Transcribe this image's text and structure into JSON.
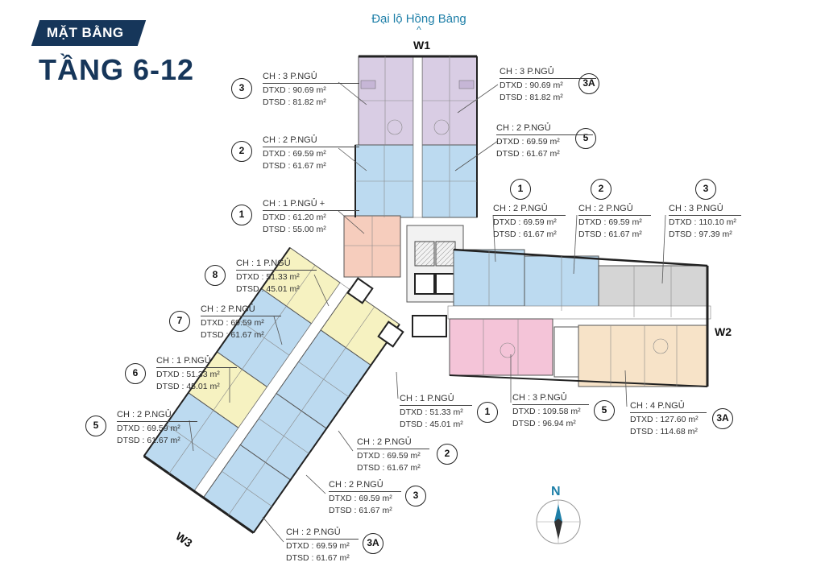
{
  "header": {
    "badge": "MẶT BẰNG",
    "title": "TẦNG 6-12"
  },
  "road": "Đại lộ Hồng Bàng",
  "wings": {
    "w1": "W1",
    "w2": "W2",
    "w3": "W3"
  },
  "compass": "N",
  "colors": {
    "navy": "#16365a",
    "teal": "#1e7fa8",
    "purple": "#d9cde4",
    "blue": "#bcdaf0",
    "peach": "#f6cdbd",
    "yellow": "#f6f2c1",
    "gray": "#d5d5d5",
    "pink": "#f4c4d8",
    "tan": "#f7e3c8"
  },
  "units": [
    {
      "num": "3",
      "ch": "CH : 3 P.NGỦ",
      "dtxd": "DTXD : 90.69 m²",
      "dtsd": "DTSD : 81.82 m²"
    },
    {
      "num": "2",
      "ch": "CH : 2 P.NGỦ",
      "dtxd": "DTXD : 69.59 m²",
      "dtsd": "DTSD : 61.67 m²"
    },
    {
      "num": "1",
      "ch": "CH : 1 P.NGỦ +",
      "dtxd": "DTXD : 61.20 m²",
      "dtsd": "DTSD : 55.00 m²"
    },
    {
      "num": "3A",
      "ch": "CH : 3 P.NGỦ",
      "dtxd": "DTXD : 90.69 m²",
      "dtsd": "DTSD : 81.82 m²"
    },
    {
      "num": "5",
      "ch": "CH : 2 P.NGỦ",
      "dtxd": "DTXD : 69.59 m²",
      "dtsd": "DTSD : 61.67 m²"
    },
    {
      "num": "1",
      "ch": "CH : 2 P.NGỦ",
      "dtxd": "DTXD : 69.59 m²",
      "dtsd": "DTSD : 61.67 m²"
    },
    {
      "num": "2",
      "ch": "CH : 2 P.NGỦ",
      "dtxd": "DTXD : 69.59 m²",
      "dtsd": "DTSD : 61.67 m²"
    },
    {
      "num": "3",
      "ch": "CH : 3 P.NGỦ",
      "dtxd": "DTXD : 110.10 m²",
      "dtsd": "DTSD : 97.39 m²"
    },
    {
      "num": "8",
      "ch": "CH : 1 P.NGỦ",
      "dtxd": "DTXD : 51.33 m²",
      "dtsd": "DTSD : 45.01 m²"
    },
    {
      "num": "7",
      "ch": "CH : 2 P.NGỦ",
      "dtxd": "DTXD : 69.59 m²",
      "dtsd": "DTSD : 61.67 m²"
    },
    {
      "num": "6",
      "ch": "CH : 1 P.NGỦ",
      "dtxd": "DTXD : 51.33 m²",
      "dtsd": "DTSD : 45.01 m²"
    },
    {
      "num": "5",
      "ch": "CH : 2 P.NGỦ",
      "dtxd": "DTXD : 69.59 m²",
      "dtsd": "DTSD : 61.67 m²"
    },
    {
      "num": "1",
      "ch": "CH : 1 P.NGỦ",
      "dtxd": "DTXD : 51.33 m²",
      "dtsd": "DTSD : 45.01 m²"
    },
    {
      "num": "2",
      "ch": "CH : 2 P.NGỦ",
      "dtxd": "DTXD : 69.59 m²",
      "dtsd": "DTSD : 61.67 m²"
    },
    {
      "num": "3",
      "ch": "CH : 2 P.NGỦ",
      "dtxd": "DTXD : 69.59 m²",
      "dtsd": "DTSD : 61.67 m²"
    },
    {
      "num": "3A",
      "ch": "CH : 2 P.NGỦ",
      "dtxd": "DTXD : 69.59 m²",
      "dtsd": "DTSD : 61.67 m²"
    },
    {
      "num": "5",
      "ch": "CH : 3 P.NGỦ",
      "dtxd": "DTXD : 109.58 m²",
      "dtsd": "DTSD : 96.94 m²"
    },
    {
      "num": "3A",
      "ch": "CH : 4 P.NGỦ",
      "dtxd": "DTXD : 127.60 m²",
      "dtsd": "DTSD : 114.68 m²"
    }
  ]
}
